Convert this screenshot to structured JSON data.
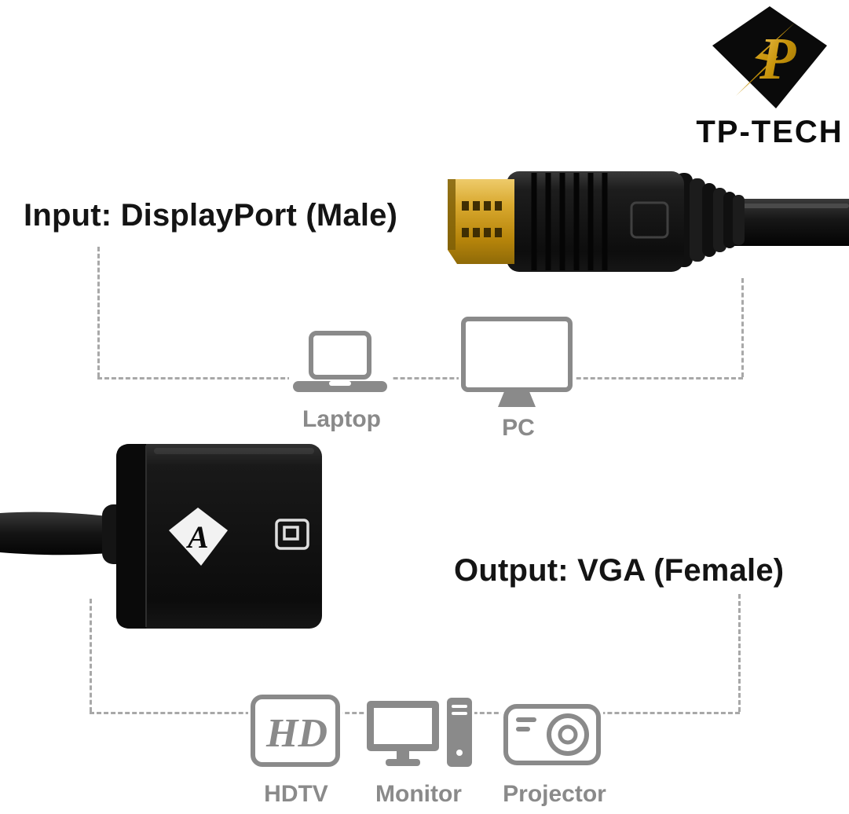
{
  "brand": {
    "name": "TP-TECH",
    "logo_letter": "P"
  },
  "input": {
    "heading": "Input: DisplayPort (Male)",
    "connector": "displayport-male-plug",
    "devices": [
      {
        "id": "laptop",
        "label": "Laptop"
      },
      {
        "id": "pc",
        "label": "PC"
      }
    ]
  },
  "output": {
    "heading": "Output: VGA (Female)",
    "adapter": "dp-to-vga-adapter",
    "adapter_logo_letter": "A",
    "hdtv_glyph": "HD",
    "devices": [
      {
        "id": "hdtv",
        "label": "HDTV"
      },
      {
        "id": "monitor",
        "label": "Monitor"
      },
      {
        "id": "projector",
        "label": "Projector"
      }
    ]
  },
  "colors": {
    "gold": "#C8940A",
    "near_black": "#111111",
    "icon_gray": "#8a8a8a",
    "dash_gray": "#a8a8a8"
  }
}
